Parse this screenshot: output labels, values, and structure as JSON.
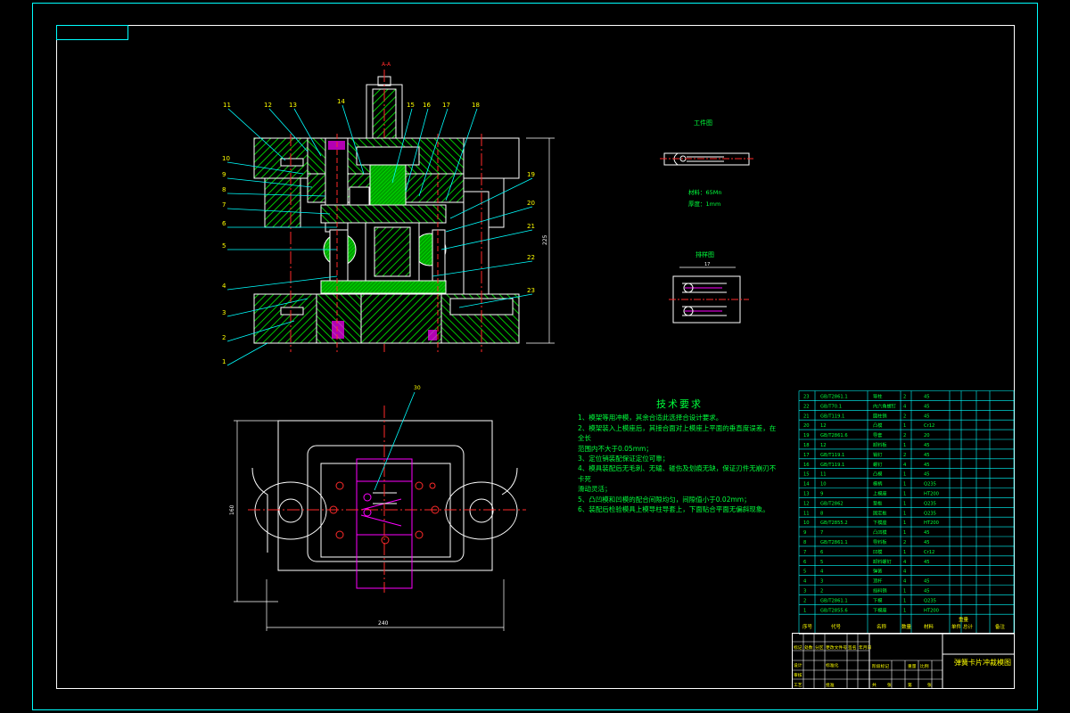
{
  "balloons": [
    "1",
    "2",
    "3",
    "4",
    "5",
    "6",
    "7",
    "8",
    "9",
    "10",
    "11",
    "12",
    "13",
    "14",
    "15",
    "16",
    "17",
    "18",
    "19",
    "20",
    "21",
    "22",
    "23"
  ],
  "plan_balloon": "30",
  "section_label": "A-A",
  "workpiece_title": "工件图",
  "workpiece_notes": [
    "材料：65Mn",
    "厚度：1mm"
  ],
  "layout_title": "排样图",
  "tech_title": "技术要求",
  "tech_lines": [
    "1、模架等用冲模，其余合适此选择合设计要求。",
    "2、模架装入上模座后，其接合面对上模座上平面的垂直度误差，在全长",
    "范围内不大于0.05mm；",
    "3、定位销装配保证定位可靠；",
    "4、模具装配后无毛刺、无磕、碰伤及划痕无缺，保证刃件无崩刃不卡死",
    "滑动灵活；",
    "5、凸凹模和凹模的配合间隙均匀，间隙值小于0.02mm；",
    "6、装配后检验模具上模导柱导套上，下面贴合平面无偏斜现象。"
  ],
  "bom": [
    {
      "no": "23",
      "code": "GB/T2861.1",
      "name": "导柱",
      "qty": "2",
      "mat": "45"
    },
    {
      "no": "22",
      "code": "GB/T70.1",
      "name": "内六角螺钉",
      "qty": "4",
      "mat": "45"
    },
    {
      "no": "21",
      "code": "GB/T119.1",
      "name": "圆柱销",
      "qty": "2",
      "mat": "45"
    },
    {
      "no": "20",
      "code": "12",
      "name": "凸模",
      "qty": "1",
      "mat": "Cr12"
    },
    {
      "no": "19",
      "code": "GB/T2861.6",
      "name": "导套",
      "qty": "2",
      "mat": "20"
    },
    {
      "no": "18",
      "code": "12",
      "name": "卸料板",
      "qty": "1",
      "mat": "45"
    },
    {
      "no": "17",
      "code": "GB/T119.1",
      "name": "销钉",
      "qty": "2",
      "mat": "45"
    },
    {
      "no": "16",
      "code": "GB/T119.1",
      "name": "螺钉",
      "qty": "4",
      "mat": "45"
    },
    {
      "no": "15",
      "code": "11",
      "name": "凸模",
      "qty": "1",
      "mat": "45"
    },
    {
      "no": "14",
      "code": "10",
      "name": "模柄",
      "qty": "1",
      "mat": "Q235"
    },
    {
      "no": "13",
      "code": "9",
      "name": "上模座",
      "qty": "1",
      "mat": "HT200"
    },
    {
      "no": "12",
      "code": "GB/T2862",
      "name": "垫板",
      "qty": "1",
      "mat": "Q235"
    },
    {
      "no": "11",
      "code": "8",
      "name": "固定板",
      "qty": "1",
      "mat": "Q235"
    },
    {
      "no": "10",
      "code": "GB/T2855.2",
      "name": "下模座",
      "qty": "1",
      "mat": "HT200"
    },
    {
      "no": "9",
      "code": "7",
      "name": "凸凹模",
      "qty": "1",
      "mat": "45"
    },
    {
      "no": "8",
      "code": "GB/T2861.1",
      "name": "导料板",
      "qty": "2",
      "mat": "45"
    },
    {
      "no": "7",
      "code": "6",
      "name": "凹模",
      "qty": "1",
      "mat": "Cr12"
    },
    {
      "no": "6",
      "code": "5",
      "name": "卸料螺钉",
      "qty": "4",
      "mat": "45"
    },
    {
      "no": "5",
      "code": "4",
      "name": "弹簧",
      "qty": "4",
      "mat": ""
    },
    {
      "no": "4",
      "code": "3",
      "name": "顶杆",
      "qty": "4",
      "mat": "45"
    },
    {
      "no": "3",
      "code": "2",
      "name": "挡料销",
      "qty": "1",
      "mat": "45"
    },
    {
      "no": "2",
      "code": "GB/T2861.1",
      "name": "下模",
      "qty": "1",
      "mat": "Q235"
    },
    {
      "no": "1",
      "code": "GB/T2855.6",
      "name": "下模座",
      "qty": "1",
      "mat": "HT200"
    }
  ],
  "bom_header": {
    "no": "序号",
    "code": "代号",
    "name": "名称",
    "qty": "数量",
    "mat": "材料",
    "w1": "单件",
    "w2": "总计",
    "wt": "重量",
    "remark": "备注"
  },
  "drawing_title": "弹簧卡片冲裁模图",
  "title_cells": [
    "标记",
    "处数",
    "分区",
    "更改文件号",
    "签名",
    "年月日",
    "设计",
    "标准化",
    "审核",
    "工艺",
    "批准",
    "阶段标记",
    "重量",
    "比例",
    "共",
    "张",
    "第",
    "张"
  ],
  "dims": {
    "height": "225",
    "plan_width": "240",
    "plan_height": "160",
    "strip_width": "17"
  },
  "colors": {
    "frame": "#00ffff",
    "line": "#ffffff",
    "hatch": "#00ff00",
    "center": "#ff2a2a",
    "magenta": "#ff00ff",
    "text": "#00ff3c",
    "yellow": "#ffff00"
  }
}
